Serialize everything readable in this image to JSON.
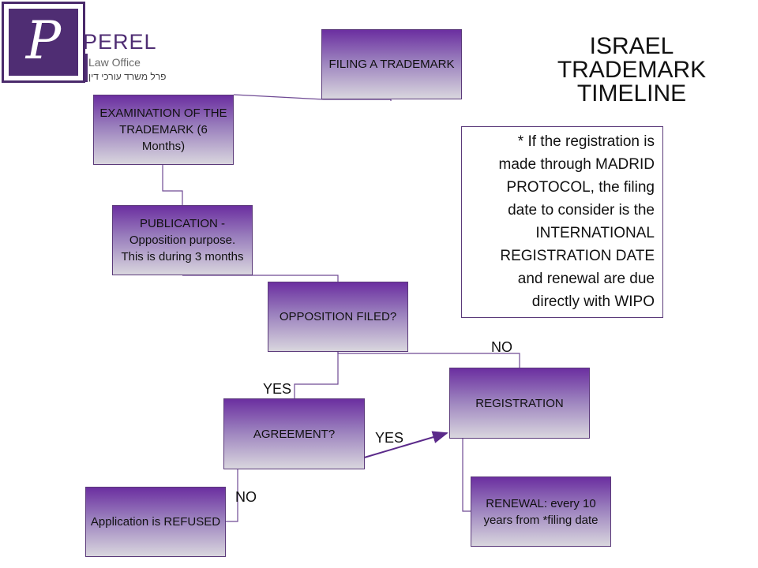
{
  "logo": {
    "letter": "P",
    "name": "PEREL",
    "subtitle": "Law Office",
    "hebrew": "פרל משרד עורכי דין"
  },
  "title": {
    "line1": "ISRAEL",
    "line2": "TRADEMARK",
    "line3": "TIMELINE"
  },
  "note": {
    "lines": [
      "* If the registration is",
      "made through MADRID",
      "PROTOCOL, the filing",
      "date to consider is the",
      "INTERNATIONAL",
      "REGISTRATION DATE",
      "and renewal are due",
      "directly with WIPO"
    ]
  },
  "boxes": {
    "filing": [
      "FILING A TRADEMARK"
    ],
    "examination": [
      "EXAMINATION OF THE",
      "TRADEMARK (6",
      "Months)"
    ],
    "publication": [
      "PUBLICATION -",
      "Opposition purpose.",
      "This is during 3 months"
    ],
    "opposition": [
      "OPPOSITION FILED?"
    ],
    "agreement": [
      "AGREEMENT?"
    ],
    "registration": [
      "REGISTRATION"
    ],
    "refused": [
      "Application is REFUSED"
    ],
    "renewal": [
      "RENEWAL: every 10",
      "years from *filing date"
    ]
  },
  "labels": {
    "no_registration": "NO",
    "yes_agreement": "YES",
    "yes_registration": "YES",
    "no_refused": "NO"
  },
  "colors": {
    "box_top": "#6b2fa0",
    "box_bottom": "#d9d6de",
    "connector": "#6f4a94",
    "brand": "#4f2d73"
  }
}
